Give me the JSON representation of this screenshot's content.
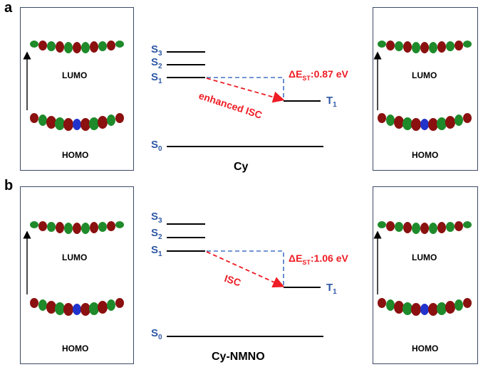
{
  "panels": [
    {
      "letter": "a",
      "molecule": "Cy",
      "states": {
        "s3": "3",
        "s2": "2",
        "s1": "1",
        "s0": "0",
        "t1": "1"
      },
      "delta_e": "ΔE",
      "delta_e_sub": "ST",
      "delta_e_value": ":0.87 eV",
      "isc_label": "enhanced ISC",
      "orbitals": {
        "lumo": "LUMO",
        "homo": "HOMO"
      }
    },
    {
      "letter": "b",
      "molecule": "Cy-NMNO",
      "states": {
        "s3": "3",
        "s2": "2",
        "s1": "1",
        "s0": "0",
        "t1": "1"
      },
      "delta_e": "ΔE",
      "delta_e_sub": "ST",
      "delta_e_value": ":1.06 eV",
      "isc_label": "ISC",
      "orbitals": {
        "lumo": "LUMO",
        "homo": "HOMO"
      }
    }
  ],
  "colors": {
    "state_label": "#2e58a6",
    "red_annotation": "#ee1c24",
    "dashed_blue": "#4472c4",
    "lobe_green": "#1e8a2a",
    "lobe_red": "#8b1010",
    "box_border": "#3c4a66"
  }
}
